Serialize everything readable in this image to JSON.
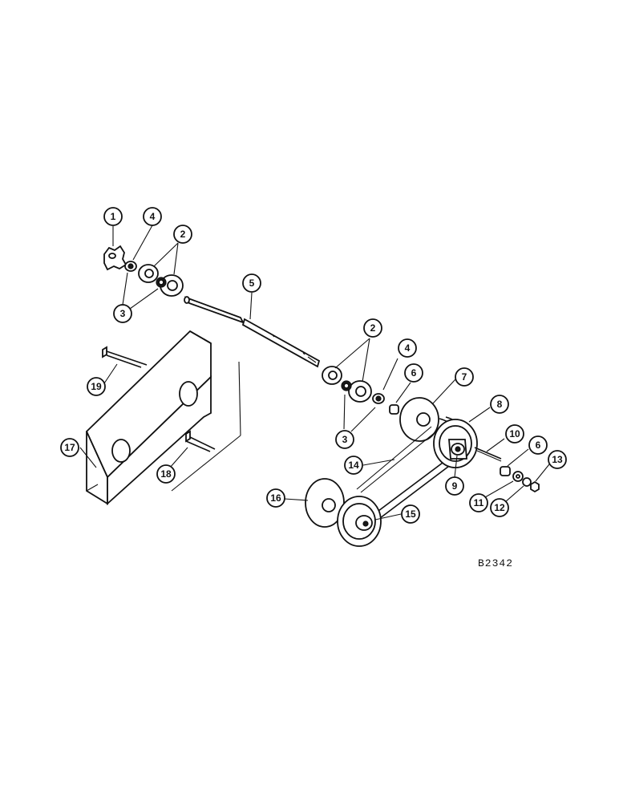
{
  "drawing_code": "B2342",
  "callouts": {
    "c1": "1",
    "c4a": "4",
    "c2a": "2",
    "c3a": "3",
    "c5": "5",
    "c2b": "2",
    "c4b": "4",
    "c6a": "6",
    "c7": "7",
    "c8": "8",
    "c3b": "3",
    "c10": "10",
    "c6b": "6",
    "c13": "13",
    "c14": "14",
    "c9": "9",
    "c11": "11",
    "c12": "12",
    "c15": "15",
    "c16": "16",
    "c17": "17",
    "c18": "18",
    "c19": "19"
  }
}
